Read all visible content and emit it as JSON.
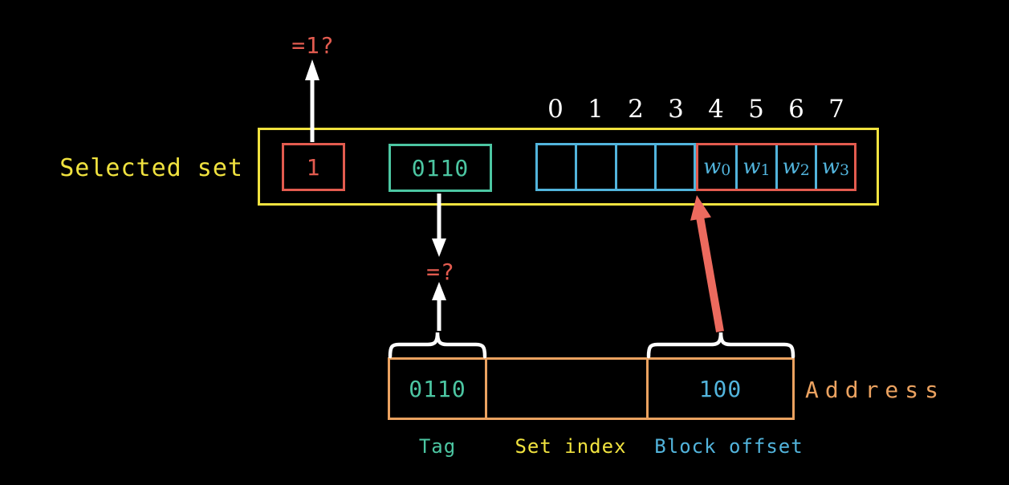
{
  "colors": {
    "background": "#000000",
    "yellow": "#f0e23f",
    "red": "#e25b4f",
    "salmon_arrow": "#ec6a5e",
    "teal": "#4cc6a2",
    "blue": "#52b4dc",
    "orange": "#eba260",
    "white": "#ffffff"
  },
  "labels": {
    "selected_set": "Selected set",
    "valid_check": "=1?",
    "tag_check": "=?",
    "address": "Address",
    "tag_field": "Tag",
    "set_index_field": "Set index",
    "block_offset_field": "Block offset"
  },
  "selected_set": {
    "valid_bit": "1",
    "tag": "0110",
    "byte_indices": [
      "0",
      "1",
      "2",
      "3",
      "4",
      "5",
      "6",
      "7"
    ],
    "empty_cell_count": 4,
    "words": [
      {
        "base": "w",
        "sub": "0"
      },
      {
        "base": "w",
        "sub": "1"
      },
      {
        "base": "w",
        "sub": "2"
      },
      {
        "base": "w",
        "sub": "3"
      }
    ]
  },
  "address": {
    "tag_value": "0110",
    "set_index_value": "",
    "block_offset_value": "100"
  }
}
